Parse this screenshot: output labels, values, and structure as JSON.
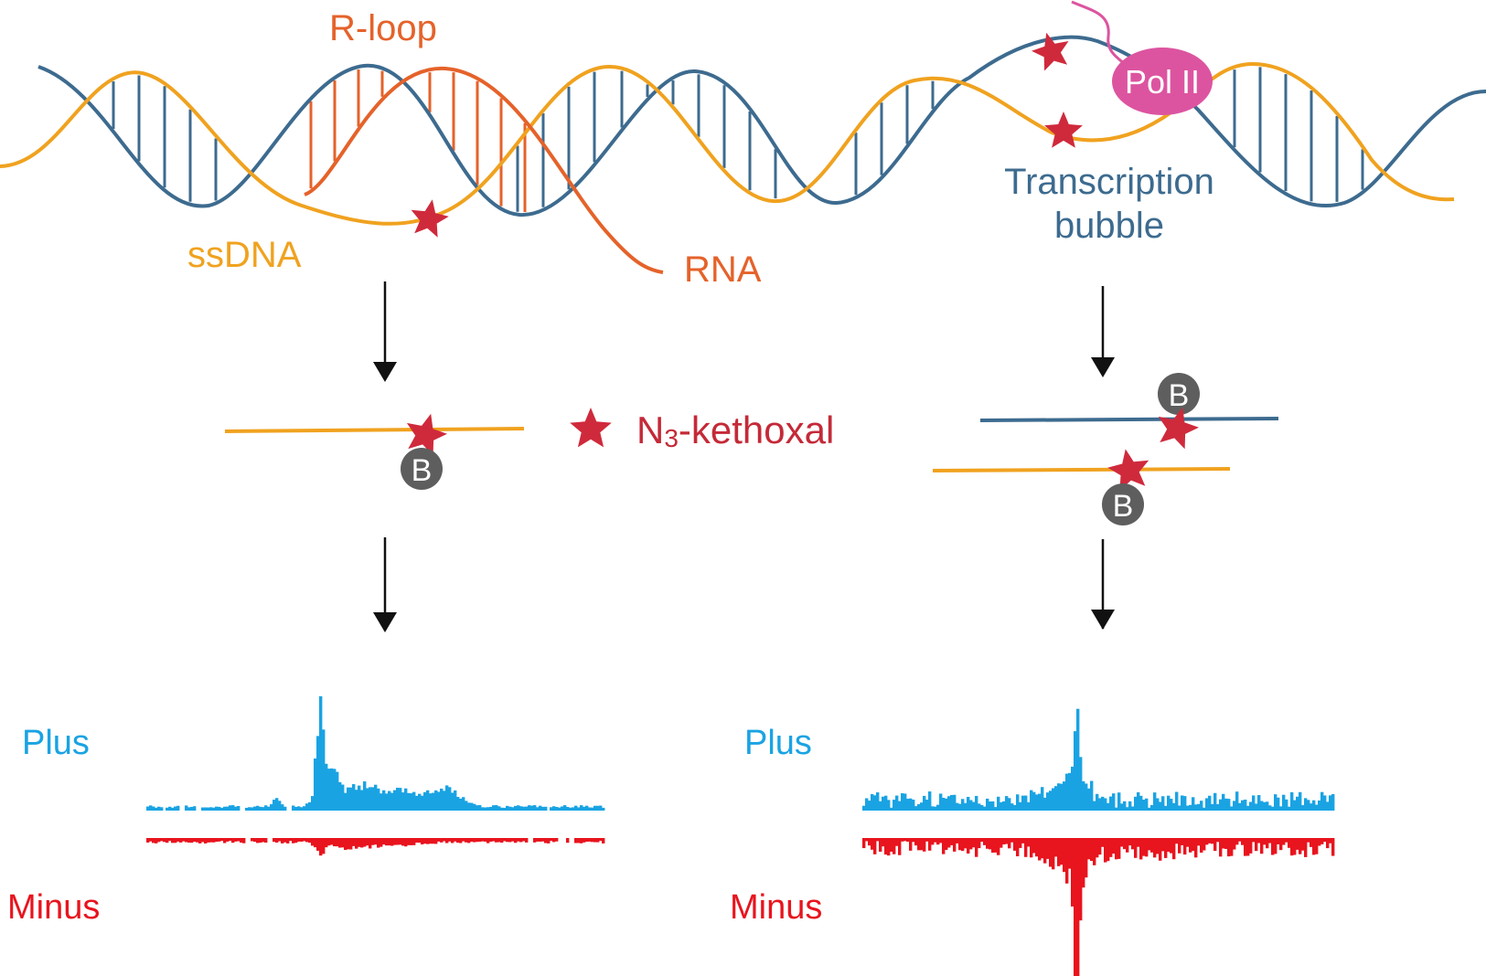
{
  "labels": {
    "rloop": "R-loop",
    "ssdna": "ssDNA",
    "rna": "RNA",
    "transcription_line1": "Transcription",
    "transcription_line2": "bubble",
    "pol2": "Pol II",
    "n3_prefix": "N",
    "n3_sub": "3",
    "n3_suffix": "-kethoxal",
    "biotin": "B",
    "plus_left": "Plus",
    "minus_left": "Minus",
    "plus_right": "Plus",
    "minus_right": "Minus"
  },
  "colors": {
    "dna_blue": "#3d6b8f",
    "ssdna_orange": "#f0a21f",
    "rna_orange": "#e5622a",
    "star_red": "#cf2a3c",
    "pol2_pink": "#dc54a0",
    "biotin_gray": "#5e5e5e",
    "plus_blue": "#1aa3e3",
    "minus_red": "#e8141e",
    "kethoxal_text": "#c42a38",
    "transcription_text": "#3d6b8f"
  },
  "icons": {
    "star": "star-icon",
    "biotin": "biotin-circle-icon",
    "arrow": "arrow-down-icon"
  }
}
